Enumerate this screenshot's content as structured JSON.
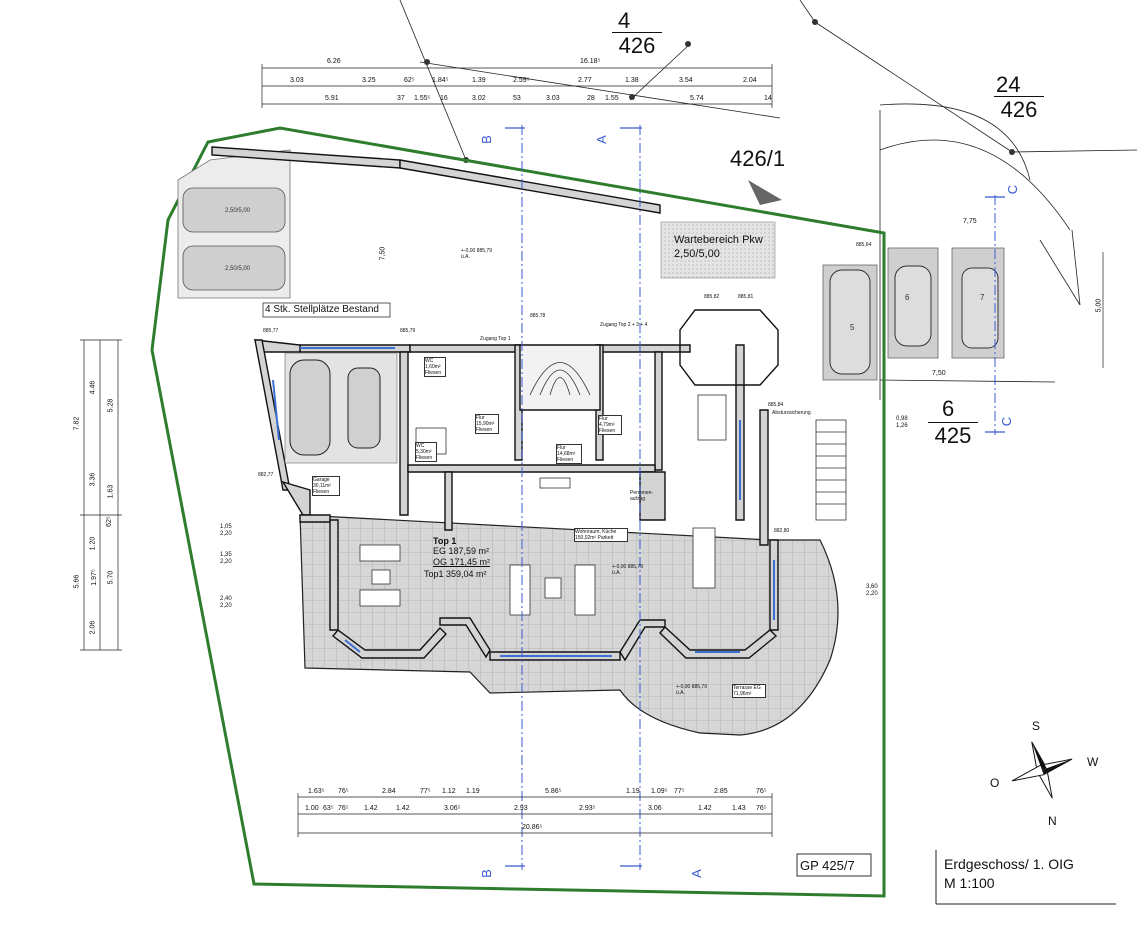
{
  "parcels": {
    "p4_426": {
      "num": "4",
      "den": "426"
    },
    "p24_426": {
      "num": "24",
      "den": "426"
    },
    "p426_1": "426/1",
    "p6_425": {
      "num": "6",
      "den": "425"
    },
    "gp": "GP 425/7"
  },
  "title_block": {
    "line1": "Erdgeschoss/ 1. OIG",
    "line2": "M 1:100"
  },
  "compass": {
    "n": "N",
    "s": "S",
    "o": "O",
    "w": "W"
  },
  "labels": {
    "stellplaetze": "4 Stk. Stellplätze Bestand",
    "wartebereich_1": "Wartebereich Pkw",
    "wartebereich_2": "2,50/5,00",
    "top1_title": "Top 1",
    "top1_eg": "EG 187,59 m²",
    "top1_og": "OG 171,45 m²",
    "top1_total": "Top1   359,04 m²",
    "wohnraum": "Wohnraum, Küche 150,02m² Parkett",
    "flur1": "Flur 15,90m² Fliesen",
    "flur2": "Flur 14,68m² Fliesen",
    "flur3": "Flur 4,79m² Fliesen",
    "wc1": "WC 1,60m² Fliesen",
    "wc2": "WC 5,30m² Fliesen",
    "garage": "Garage 30,11m² Fliesen",
    "terrasse": "Terrasse EG 71,96m²",
    "personenaufzug": "Personen-aufzug",
    "zugang1": "Zugang Top 1",
    "zugang2": "Zugang Top 2 + 3 + 4",
    "absturz": "Absturzsicherung",
    "level1": "+-0,00 885,79 ü.A.",
    "level_terr": "+-0,00 885,79 ü.A.",
    "p_885_77": "885,77",
    "p_885_79": "885,79",
    "p_885_82": "885,82",
    "p_885_81": "885,81",
    "p_885_84": "885,84",
    "p_882_77": "882,77",
    "p_882_80": "882,80",
    "p_885_78": "885,78",
    "p_885_64": "885,64",
    "side_1_05": "1,05",
    "side_2_20a": "2,20",
    "side_1_35": "1,35",
    "side_2_20b": "2,20",
    "side_2_40": "2,40",
    "side_2_20c": "2,20",
    "side_3_60": "3,60",
    "side_2_20d": "2,20",
    "side_0_98": "0,98",
    "side_1_26": "1,26",
    "section_a": "A",
    "section_b": "B",
    "section_c": "C",
    "dim_7_50": "7,50",
    "dim_7_75": "7,75",
    "dim_7_50b": "7,50",
    "dim_5_00": "5,00"
  },
  "dims": {
    "top_row1_total_left": "6.26",
    "top_row1_total_right": "16.18⁵",
    "top_row2": [
      "3.03",
      "3.25",
      "62⁵",
      "1.84⁵",
      "1.39",
      "2.59⁵",
      "2.77",
      "1.38",
      "3.54",
      "2.04"
    ],
    "top_row3": [
      "5.91",
      "37",
      "1.55⁵",
      "16",
      "3.02",
      "53",
      "3.03",
      "28",
      "1.55",
      "5.74",
      "14"
    ],
    "bottom_row1": [
      "1.63⁵",
      "76⁵",
      "2.84",
      "77⁵",
      "1.12",
      "1.19",
      "5.86⁵",
      "1.19",
      "1.09⁵",
      "77⁵",
      "2.85",
      "76⁵"
    ],
    "bottom_row2": [
      "1.00",
      "63⁵",
      "76⁵",
      "1.42",
      "1.42",
      "3.06⁵",
      "2.93",
      "2.93⁵",
      "3.06",
      "1.42",
      "1.43",
      "76⁵"
    ],
    "bottom_total": "20.86⁵",
    "left_col1": [
      "7.82",
      "5.66"
    ],
    "left_col2": [
      "4.46",
      "3.36",
      "1.20",
      "1.97⁵",
      "2.06"
    ],
    "left_col3": [
      "5.28",
      "1.63",
      "62⁵",
      "5.70"
    ]
  }
}
